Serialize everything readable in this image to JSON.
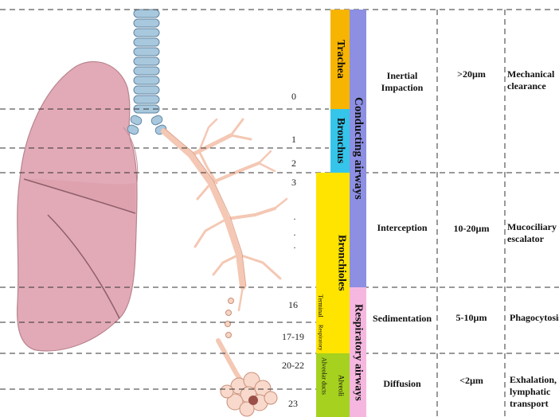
{
  "generations": {
    "g0": "0",
    "g1": "1",
    "g2": "2",
    "g3": "3",
    "g16": "16",
    "g17": "17-19",
    "g20": "20-22",
    "g23": "23"
  },
  "regions": {
    "trachea": "Trachea",
    "bronchus": "Bronchus",
    "bronchioles": "Bronchioles",
    "terminal": "Terminal",
    "respiratory": "Respiratory",
    "alveolar_ducts": "Alveolar ducts",
    "alveoli": "Alveoli",
    "conducting_airways": "Conducting airways",
    "respiratory_airways": "Respiratory airways"
  },
  "mechanisms": {
    "m1": "Inertial Impaction",
    "m2": "Interception",
    "m3": "Sedimentation",
    "m4": "Diffusion"
  },
  "sizes": {
    "s1": ">20µm",
    "s2": "10-20µm",
    "s3": "5-10µm",
    "s4": "<2µm"
  },
  "clearance": {
    "c1": "Mechanical clearance",
    "c2": "Mucociliary escalator",
    "c3": "Phagocytosis",
    "c4": "Exhalation, lymphatic transport"
  },
  "colors": {
    "trachea": "#f7b400",
    "bronchus": "#36c5ea",
    "bronchioles": "#ffe400",
    "alveolar": "#a6d11f",
    "conducting": "#8c8fe2",
    "respiratory": "#f5b7e0",
    "lung": "#e2aab7",
    "trachea_ring": "#a8c8de",
    "airway_tree": "#f4c8b4"
  }
}
